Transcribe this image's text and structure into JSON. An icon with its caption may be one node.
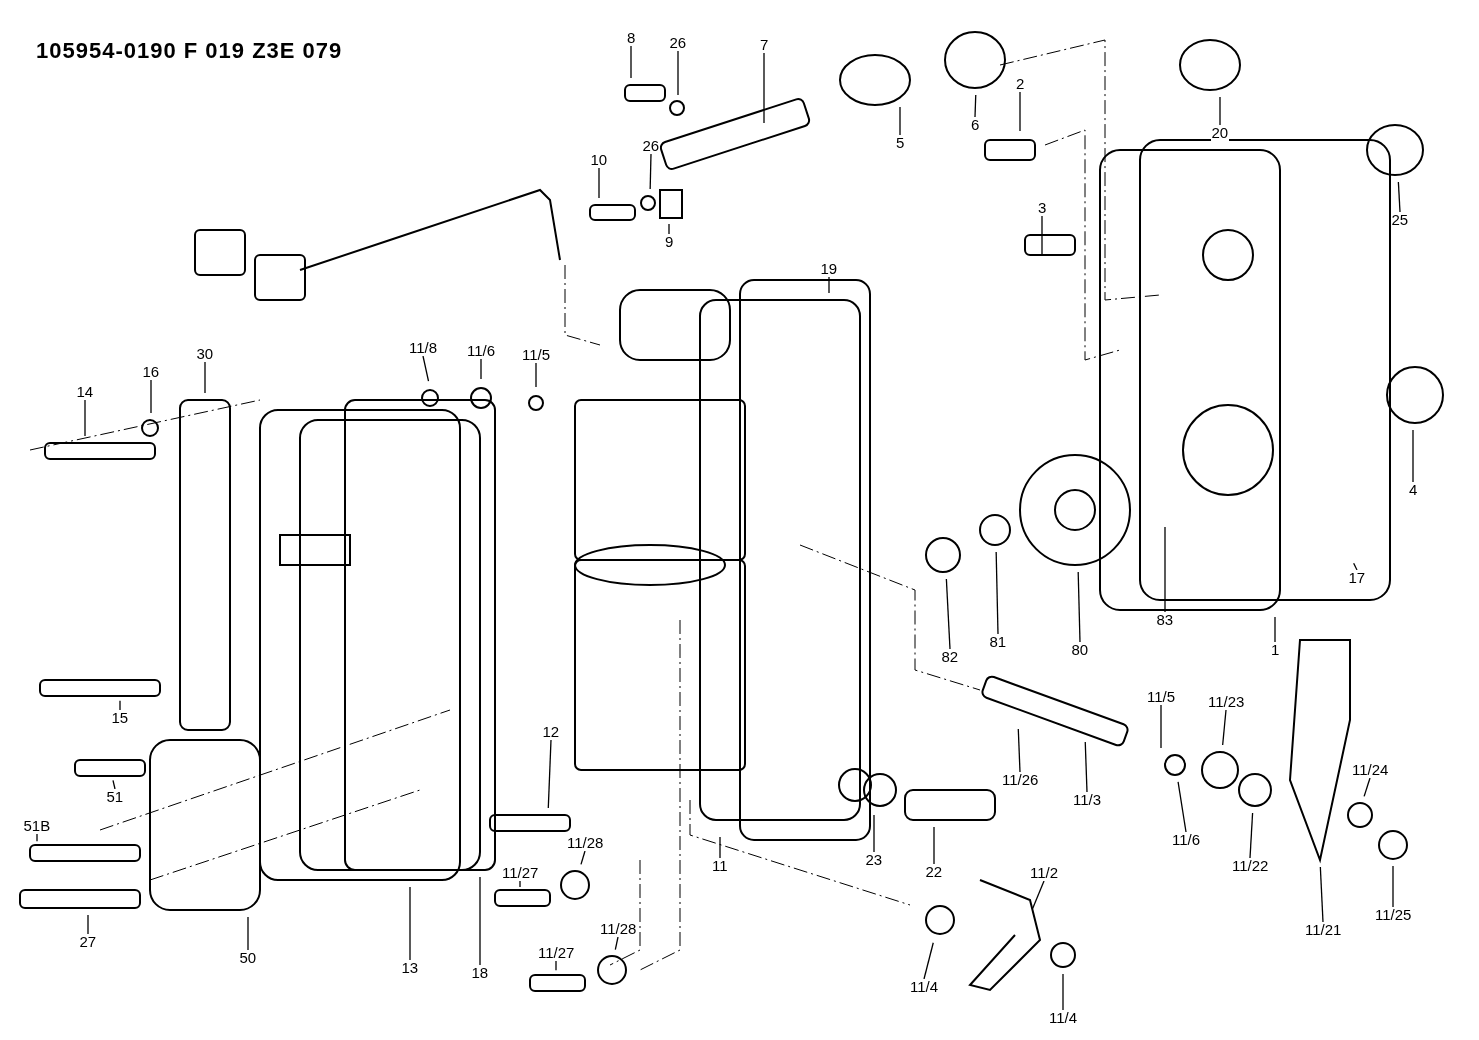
{
  "diagram": {
    "title": "105954-0190 F 019 Z3E 079",
    "nodes": [
      {
        "text": [
          "8"
        ]
      },
      {
        "text": [
          "26"
        ]
      },
      {
        "text": [
          "7"
        ]
      },
      {
        "text": [
          "5"
        ]
      },
      {
        "text": [
          "6"
        ]
      },
      {
        "text": [
          "2"
        ]
      },
      {
        "text": [
          "20"
        ]
      },
      {
        "text": [
          "10"
        ]
      },
      {
        "text": [
          "26"
        ]
      },
      {
        "text": [
          "9"
        ]
      },
      {
        "text": [
          "25"
        ]
      },
      {
        "text": [
          "3"
        ]
      },
      {
        "text": [
          "19"
        ]
      },
      {
        "text": [
          "30"
        ]
      },
      {
        "text": [
          "11/8"
        ]
      },
      {
        "text": [
          "11/6"
        ]
      },
      {
        "text": [
          "11/5"
        ]
      },
      {
        "text": [
          "16"
        ]
      },
      {
        "text": [
          "14"
        ]
      },
      {
        "text": [
          "4"
        ]
      },
      {
        "text": [
          "17"
        ]
      },
      {
        "text": [
          "83"
        ]
      },
      {
        "text": [
          "80"
        ]
      },
      {
        "text": [
          "81"
        ]
      },
      {
        "text": [
          "82"
        ]
      },
      {
        "text": [
          "1"
        ]
      },
      {
        "text": [
          "15"
        ]
      },
      {
        "text": [
          "11/5"
        ]
      },
      {
        "text": [
          "11/23"
        ]
      },
      {
        "text": [
          "11/26"
        ]
      },
      {
        "text": [
          "11/3"
        ]
      },
      {
        "text": [
          "11/24"
        ]
      },
      {
        "text": [
          "12"
        ]
      },
      {
        "text": [
          "51"
        ]
      },
      {
        "text": [
          "51B"
        ]
      },
      {
        "text": [
          "11/28"
        ]
      },
      {
        "text": [
          "11/6"
        ]
      },
      {
        "text": [
          "11/22"
        ]
      },
      {
        "text": [
          "11"
        ]
      },
      {
        "text": [
          "23"
        ]
      },
      {
        "text": [
          "22"
        ]
      },
      {
        "text": [
          "11/2"
        ]
      },
      {
        "text": [
          "11/27"
        ]
      },
      {
        "text": [
          "11/21"
        ]
      },
      {
        "text": [
          "11/25"
        ]
      },
      {
        "text": [
          "27"
        ]
      },
      {
        "text": [
          "50"
        ]
      },
      {
        "text": [
          "13"
        ]
      },
      {
        "text": [
          "18"
        ]
      },
      {
        "text": [
          "11/28"
        ]
      },
      {
        "text": [
          "11/27"
        ]
      },
      {
        "text": [
          "11/4"
        ]
      },
      {
        "text": [
          "11/4"
        ]
      }
    ],
    "edges": [
      {
        "from": 0,
        "to": null,
        "arrow": "none"
      },
      {
        "from": 1,
        "to": null,
        "arrow": "none"
      },
      {
        "from": 2,
        "to": null,
        "arrow": "none"
      },
      {
        "from": 3,
        "to": null,
        "arrow": "none"
      },
      {
        "from": 4,
        "to": null,
        "arrow": "none"
      },
      {
        "from": 5,
        "to": null,
        "arrow": "none"
      },
      {
        "from": 6,
        "to": null,
        "arrow": "none"
      },
      {
        "from": 7,
        "to": null,
        "arrow": "none"
      },
      {
        "from": 8,
        "to": null,
        "arrow": "none"
      },
      {
        "from": 9,
        "to": null,
        "arrow": "none"
      },
      {
        "from": 10,
        "to": null,
        "arrow": "none"
      },
      {
        "from": 11,
        "to": null,
        "arrow": "none"
      },
      {
        "from": 12,
        "to": null,
        "arrow": "none"
      },
      {
        "from": 13,
        "to": null,
        "arrow": "none"
      },
      {
        "from": 14,
        "to": null,
        "arrow": "none"
      },
      {
        "from": 15,
        "to": null,
        "arrow": "none"
      },
      {
        "from": 16,
        "to": null,
        "arrow": "none"
      },
      {
        "from": 17,
        "to": null,
        "arrow": "none"
      },
      {
        "from": 18,
        "to": null,
        "arrow": "none"
      },
      {
        "from": 19,
        "to": null,
        "arrow": "none"
      },
      {
        "from": 20,
        "to": null,
        "arrow": "none"
      },
      {
        "from": 21,
        "to": null,
        "arrow": "none"
      },
      {
        "from": 22,
        "to": null,
        "arrow": "none"
      },
      {
        "from": 23,
        "to": null,
        "arrow": "none"
      },
      {
        "from": 24,
        "to": null,
        "arrow": "none"
      },
      {
        "from": 25,
        "to": null,
        "arrow": "none"
      },
      {
        "from": 26,
        "to": null,
        "arrow": "none"
      },
      {
        "from": 27,
        "to": null,
        "arrow": "none"
      },
      {
        "from": 28,
        "to": null,
        "arrow": "none"
      },
      {
        "from": 29,
        "to": null,
        "arrow": "none"
      },
      {
        "from": 30,
        "to": null,
        "arrow": "none"
      },
      {
        "from": 31,
        "to": null,
        "arrow": "none"
      },
      {
        "from": 32,
        "to": null,
        "arrow": "none"
      },
      {
        "from": 33,
        "to": null,
        "arrow": "none"
      },
      {
        "from": 34,
        "to": null,
        "arrow": "none"
      },
      {
        "from": 35,
        "to": null,
        "arrow": "none"
      },
      {
        "from": 36,
        "to": null,
        "arrow": "none"
      },
      {
        "from": 37,
        "to": null,
        "arrow": "none"
      },
      {
        "from": 38,
        "to": null,
        "arrow": "none"
      },
      {
        "from": 39,
        "to": null,
        "arrow": "none"
      },
      {
        "from": 40,
        "to": null,
        "arrow": "none"
      },
      {
        "from": 41,
        "to": null,
        "arrow": "none"
      },
      {
        "from": 42,
        "to": null,
        "arrow": "none"
      },
      {
        "from": 43,
        "to": null,
        "arrow": "none"
      },
      {
        "from": 44,
        "to": null,
        "arrow": "none"
      },
      {
        "from": 45,
        "to": null,
        "arrow": "none"
      },
      {
        "from": 46,
        "to": null,
        "arrow": "none"
      },
      {
        "from": 47,
        "to": null,
        "arrow": "none"
      },
      {
        "from": 48,
        "to": null,
        "arrow": "none"
      },
      {
        "from": 49,
        "to": null,
        "arrow": "none"
      },
      {
        "from": 50,
        "to": null,
        "arrow": "none"
      },
      {
        "from": 51,
        "to": null,
        "arrow": "none"
      },
      {
        "from": 52,
        "to": null,
        "arrow": "none"
      }
    ]
  }
}
